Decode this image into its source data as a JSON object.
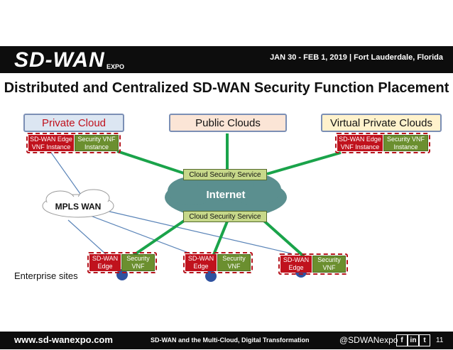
{
  "header": {
    "logo_text": "SD-WAN",
    "logo_sub": "EXPO",
    "date_location": "JAN 30 - FEB 1, 2019 | Fort Lauderdale, Florida"
  },
  "title": "Distributed and Centralized SD-WAN Security Function Placement",
  "clouds": {
    "private": "Private Cloud",
    "public": "Public Clouds",
    "virtual_private": "Virtual Private Clouds"
  },
  "vnf": {
    "edge_instance": "SD-WAN Edge VNF Instance",
    "security_instance": "Security VNF Instance",
    "edge": "SD-WAN Edge",
    "security": "Security VNF"
  },
  "network": {
    "internet": "Internet",
    "mpls": "MPLS WAN",
    "cloud_security_top": "Cloud Security Service",
    "cloud_security_bottom": "Cloud Security Service"
  },
  "sites_label": "Enterprise sites",
  "footer": {
    "url": "www.sd-wanexpo.com",
    "tagline": "SD-WAN and the Multi-Cloud, Digital Transformation",
    "handle": "@SDWANexpo",
    "social_f": "f",
    "social_in": "in",
    "social_tw": "t",
    "page": "11"
  },
  "colors": {
    "link_green": "#1aa34a",
    "link_blue": "#5a84b8",
    "edge_red": "#c0121d",
    "security_green": "#6b8f2f",
    "internet_teal": "#5b8f8f",
    "private_fill": "#dce6f2",
    "public_fill": "#fbe5d6",
    "vpc_fill": "#fff2cc"
  }
}
